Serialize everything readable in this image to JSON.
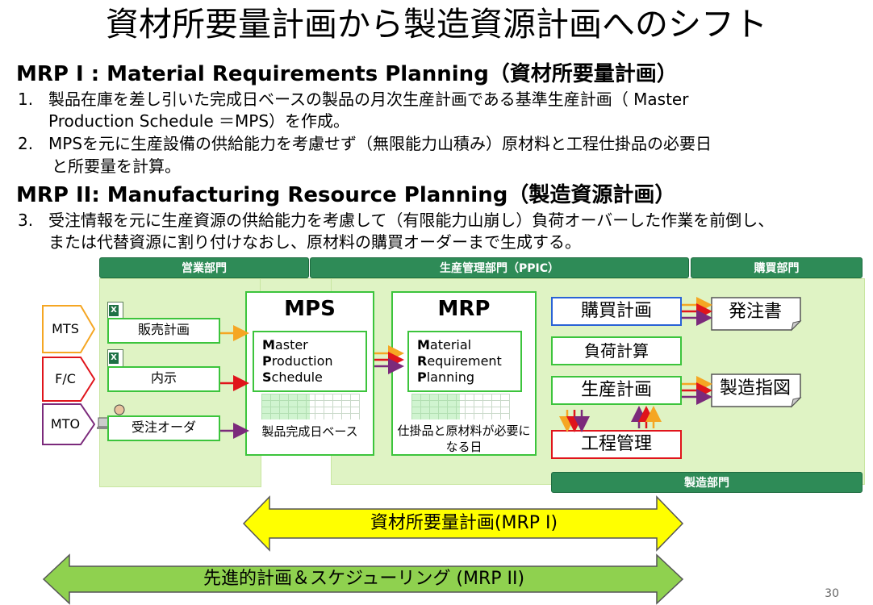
{
  "title": "資材所要量計画から製造資源計画へのシフト",
  "mrp1": {
    "heading": "MRP I : Material Requirements Planning（資材所要量計画）",
    "items": [
      {
        "num": "1.",
        "lines": [
          "製品在庫を差し引いた完成日ベースの製品の月次生産計画である基準生産計画（ Master",
          "Production Schedule ＝MPS）を作成。"
        ]
      },
      {
        "num": "2.",
        "lines": [
          "MPSを元に生産設備の供給能力を考慮せず（無限能力山積み）原材料と工程仕掛品の必要日",
          "と所要量を計算。"
        ]
      }
    ]
  },
  "mrp2": {
    "heading": "MRP II: Manufacturing Resource Planning（製造資源計画）",
    "items": [
      {
        "num": "3.",
        "lines": [
          "受注情報を元に生産資源の供給能力を考慮して（有限能力山崩し）負荷オーバーした作業を前倒し、",
          "または代替資源に割り付けなおし、原材料の購買オーダーまで生成する。"
        ]
      }
    ]
  },
  "departments": {
    "sales": "営業部門",
    "ppic": "生産管理部門（PPIC）",
    "purchasing": "購買部門",
    "manufacturing": "製造部門"
  },
  "inputs": {
    "mts": "MTS",
    "fc": "F/C",
    "mto": "MTO"
  },
  "sales_boxes": {
    "sales_plan": "販売計画",
    "informal": "内示",
    "orders": "受注オーダ"
  },
  "mps": {
    "title": "MPS",
    "line1": {
      "initial": "M",
      "rest": "aster"
    },
    "line2": {
      "initial": "P",
      "rest": "roduction"
    },
    "line3": {
      "initial": "S",
      "rest": "chedule"
    },
    "note": "製品完成日ベース"
  },
  "mrp": {
    "title": "MRP",
    "line1": {
      "initial": "M",
      "rest": "aterial"
    },
    "line2": {
      "initial": "R",
      "rest": "equirement"
    },
    "line3": {
      "initial": "P",
      "rest": "lanning"
    },
    "note": "仕掛品と原材料が必要になる日"
  },
  "right_boxes": {
    "purchase_plan": "購買計画",
    "load_calc": "負荷計算",
    "production_plan": "生産計画",
    "process_mgmt": "工程管理"
  },
  "documents": {
    "purchase_order": "発注書",
    "work_instruction": "製造指図"
  },
  "bands": {
    "mrp1": "資材所要量計画(MRP I)",
    "mrp2": "先進的計画＆スケジューリング (MRP II)"
  },
  "page_number": "30",
  "colors": {
    "dept_green": "#2e8b57",
    "zone_green": "#dff3c4",
    "box_border_green": "#3cc43c",
    "mts_orange": "#f5a623",
    "fc_red": "#e0141b",
    "mto_purple": "#7b2a7b",
    "purchase_blue": "#2a62d6",
    "band1_yellow": "#ffff00",
    "band2_green": "#8fd14f"
  }
}
